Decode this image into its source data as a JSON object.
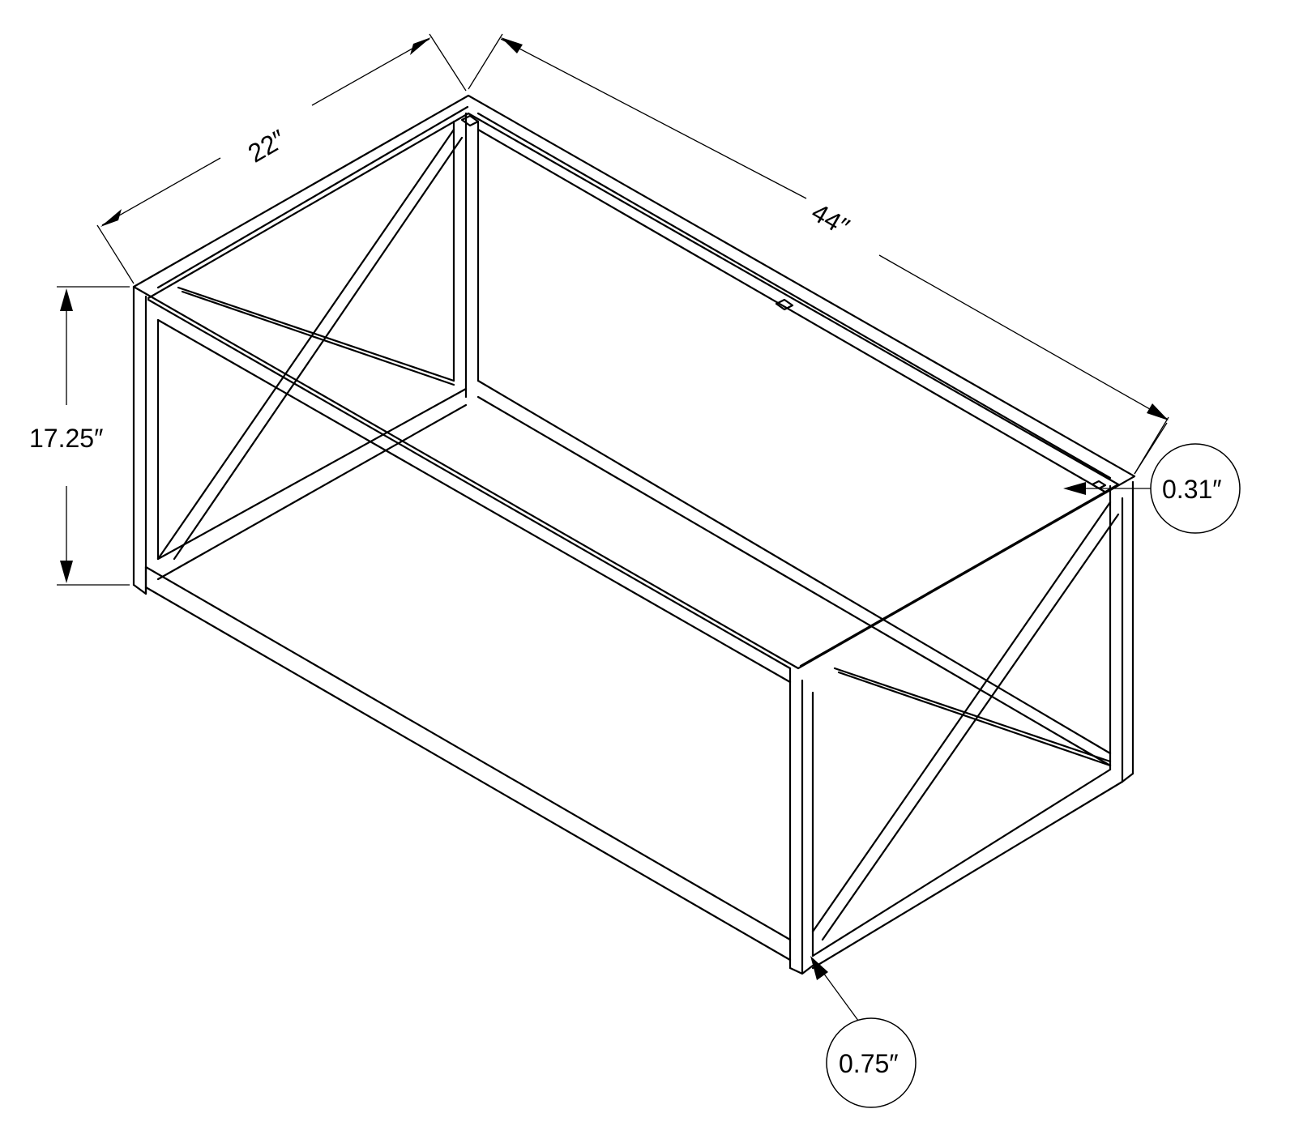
{
  "diagram": {
    "subject": "Rectangular metal coffee table frame with X-braced ends",
    "dimensions": {
      "width": "22″",
      "length": "44″",
      "height": "17.25″"
    },
    "callouts": {
      "top_frame_thickness": "0.31″",
      "tube_thickness": "0.75″"
    },
    "colors": {
      "line": "#000000",
      "background": "#ffffff"
    }
  }
}
